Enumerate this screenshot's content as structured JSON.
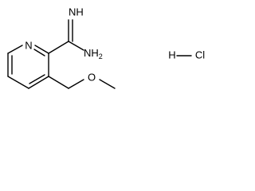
{
  "molecule": {
    "atoms": {
      "pyridine_n": "N",
      "imine_nh": "NH",
      "amine_nh2": "NH2",
      "ether_o": "O",
      "hcl_h": "H",
      "hcl_cl": "Cl"
    },
    "bond_color": "#000000",
    "label_color": "#000000",
    "background": "#ffffff"
  }
}
